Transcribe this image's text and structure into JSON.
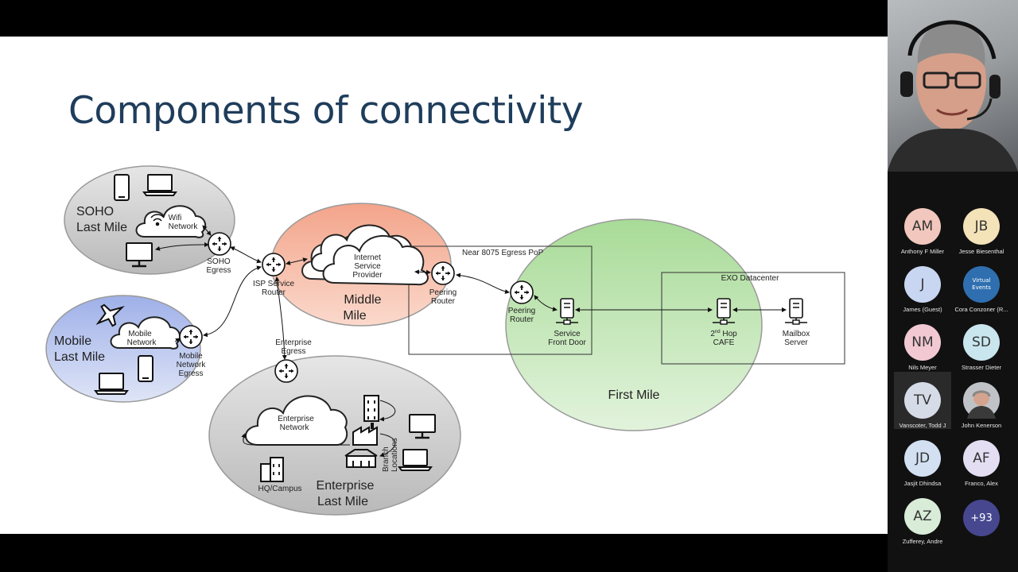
{
  "slide": {
    "title": "Components of connectivity",
    "soho": {
      "line1": "SOHO",
      "line2": "Last Mile"
    },
    "wifi": {
      "line1": "Wifi",
      "line2": "Network"
    },
    "soho_egress": {
      "line1": "SOHO",
      "line2": "Egress"
    },
    "mobile": {
      "line1": "Mobile",
      "line2": "Last Mile"
    },
    "mobile_network": {
      "line1": "Mobile",
      "line2": "Network"
    },
    "mobile_egress": {
      "line1": "Mobile",
      "line2": "Network",
      "line3": "Egress"
    },
    "isp_router": {
      "line1": "ISP Service",
      "line2": "Router"
    },
    "isp": {
      "line1": "Internet",
      "line2": "Service",
      "line3": "Provider"
    },
    "middle": {
      "line1": "Middle",
      "line2": "Mile"
    },
    "peering_router_1": {
      "line1": "Peering",
      "line2": "Router"
    },
    "near_egress": "Near 8075 Egress PoP",
    "peering_router_2": {
      "line1": "Peering",
      "line2": "Router"
    },
    "front_door": {
      "line1": "Service",
      "line2": "Front Door"
    },
    "exo": "EXO Datacenter",
    "cafe": {
      "line1a": "2",
      "sup": "nd",
      "line1b": " Hop",
      "line2": "CAFE"
    },
    "mailbox": {
      "line1": "Mailbox",
      "line2": "Server"
    },
    "first_mile": "First Mile",
    "enterprise_egress": {
      "line1": "Enterprise",
      "line2": "Egress"
    },
    "enterprise_network": {
      "line1": "Enterprise",
      "line2": "Network"
    },
    "branch": {
      "line1": "Branch",
      "line2": "Locations"
    },
    "hq": "HQ/Campus",
    "enterprise": {
      "line1": "Enterprise",
      "line2": "Last Mile"
    }
  },
  "participants": [
    {
      "initials": "AM",
      "name": "Anthony F Miller",
      "color": "#f2c7bd"
    },
    {
      "initials": "JB",
      "name": "Jesse Biesenthal",
      "color": "#f4e2b8"
    },
    {
      "initials": "J",
      "name": "James (Guest)",
      "color": "#c9d6f2"
    },
    {
      "initials": "",
      "name": "Cora Conzoner (R...",
      "color": "#2f6fb0",
      "badge": "Virtual Events"
    },
    {
      "initials": "NM",
      "name": "Nils Meyer",
      "color": "#f2c9d3"
    },
    {
      "initials": "SD",
      "name": "Strasser Dieter",
      "color": "#c9e6ef"
    },
    {
      "initials": "TV",
      "name": "Vanscoter, Todd J",
      "color": "#d6dbe8"
    },
    {
      "initials": "",
      "name": "John Kenerson",
      "color": "#bfc3c8"
    },
    {
      "initials": "JD",
      "name": "Jasjit Dhindsa",
      "color": "#d2e0f2"
    },
    {
      "initials": "AF",
      "name": "Franco, Alex",
      "color": "#e3def2"
    },
    {
      "initials": "AZ",
      "name": "Zufferey, Andre",
      "color": "#d8ecd8"
    }
  ],
  "overflow": {
    "label": "+93",
    "color": "#46478f"
  }
}
